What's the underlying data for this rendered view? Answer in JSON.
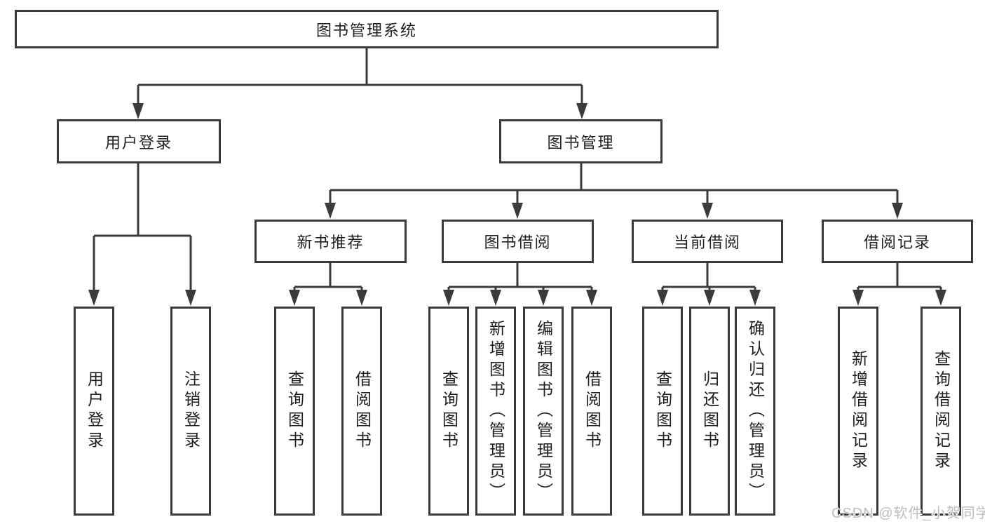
{
  "colors": {
    "line": "#3b3b3b",
    "box_border": "#3b3b3b",
    "text": "#1f1f1f",
    "watermark": "#bdbdbd",
    "background": "#ffffff"
  },
  "watermark": {
    "text": "CSDN @软件_小贺同学"
  },
  "tree": {
    "label": "图书管理系统",
    "children": [
      {
        "label": "用户登录",
        "children": [
          {
            "label": "用户登录"
          },
          {
            "label": "注销登录"
          }
        ]
      },
      {
        "label": "图书管理",
        "children": [
          {
            "label": "新书推荐",
            "children": [
              {
                "label": "查询图书"
              },
              {
                "label": "借阅图书"
              }
            ]
          },
          {
            "label": "图书借阅",
            "children": [
              {
                "label": "查询图书"
              },
              {
                "label": "新增图书（管理员）"
              },
              {
                "label": "编辑图书（管理员）"
              },
              {
                "label": "借阅图书"
              }
            ]
          },
          {
            "label": "当前借阅",
            "children": [
              {
                "label": "查询图书"
              },
              {
                "label": "归还图书"
              },
              {
                "label": "确认归还（管理员）"
              }
            ]
          },
          {
            "label": "借阅记录",
            "children": [
              {
                "label": "新增借阅记录"
              },
              {
                "label": "查询借阅记录"
              }
            ]
          }
        ]
      }
    ]
  }
}
